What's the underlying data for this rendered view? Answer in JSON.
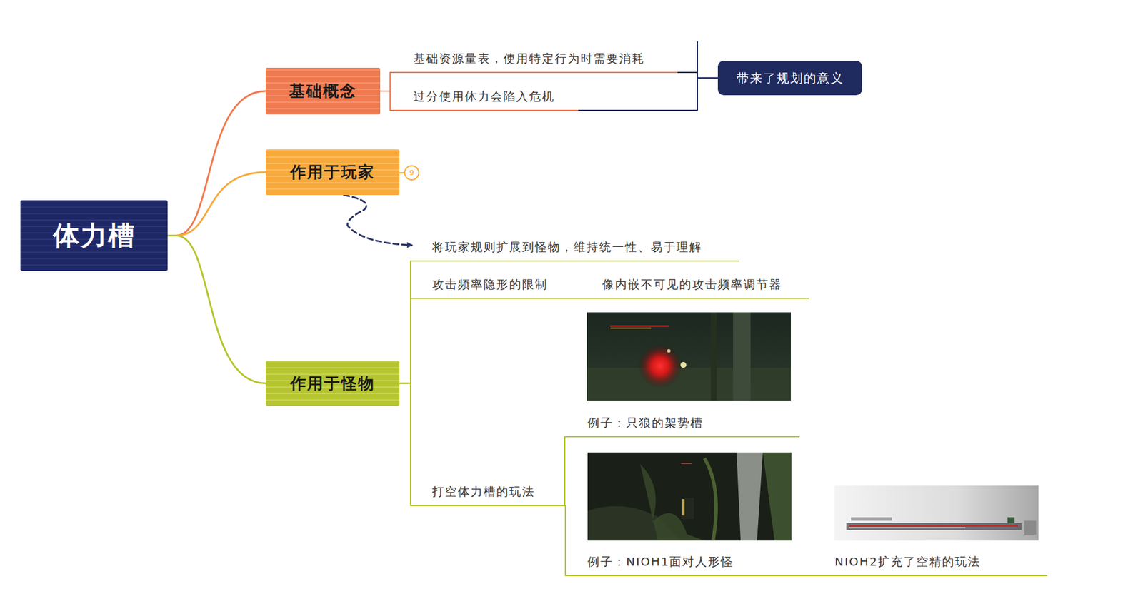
{
  "diagram": {
    "nodes": [
      {
        "text": [
          "体力槽"
        ]
      },
      {
        "text": [
          "基础概念"
        ]
      },
      {
        "text": [
          "基础资源量表，使用特定行为时需要消耗"
        ]
      },
      {
        "text": [
          "过分使用体力会陷入危机"
        ]
      },
      {
        "text": [
          "带来了规划的意义"
        ]
      },
      {
        "text": [
          "作用于玩家"
        ]
      },
      {
        "text": [
          "作用于怪物"
        ]
      },
      {
        "text": [
          "将玩家规则扩展到怪物，维持统一性、易于理解"
        ]
      },
      {
        "text": [
          "攻击频率隐形的限制"
        ]
      },
      {
        "text": [
          "像内嵌不可见的攻击频率调节器"
        ]
      },
      {
        "text": [
          "打空体力槽的玩法"
        ]
      },
      {
        "text": [
          "例子：只狼的架势槽"
        ]
      },
      {
        "text": [
          "例子：NIOH1面对人形怪"
        ]
      },
      {
        "text": [
          "NIOH2扩充了空精的玩法"
        ]
      }
    ],
    "edges": [
      {
        "from": 0,
        "to": 1,
        "arrow": "none"
      },
      {
        "from": 0,
        "to": 5,
        "arrow": "none"
      },
      {
        "from": 0,
        "to": 6,
        "arrow": "none"
      },
      {
        "from": 1,
        "to": 2,
        "arrow": "none"
      },
      {
        "from": 1,
        "to": 3,
        "arrow": "none"
      },
      {
        "from": 2,
        "to": 4,
        "arrow": "none"
      },
      {
        "from": 3,
        "to": 4,
        "arrow": "none"
      },
      {
        "from": 5,
        "to": 7,
        "arrow": "to"
      },
      {
        "from": 6,
        "to": 7,
        "arrow": "none"
      },
      {
        "from": 6,
        "to": 8,
        "arrow": "none"
      },
      {
        "from": 6,
        "to": 10,
        "arrow": "none"
      },
      {
        "from": 8,
        "to": 9,
        "arrow": "none"
      },
      {
        "from": 10,
        "to": 11,
        "arrow": "none"
      },
      {
        "from": 10,
        "to": 12,
        "arrow": "none"
      },
      {
        "from": 12,
        "to": 13,
        "arrow": "none"
      }
    ],
    "labels": [
      "9"
    ]
  }
}
